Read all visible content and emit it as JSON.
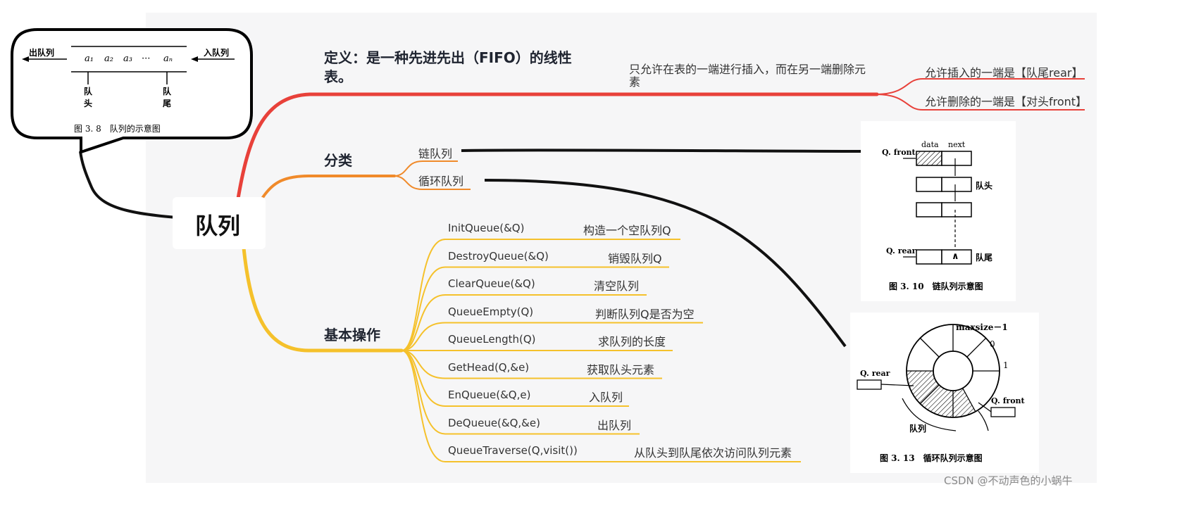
{
  "colors": {
    "background": "#f7f7f8",
    "red": "#e8413a",
    "orange": "#f08a2a",
    "yellow": "#f5c12b",
    "black": "#111111"
  },
  "root": {
    "label": "队列"
  },
  "definition": {
    "label": "定义：是一种先进先出（FIFO）的线性表。",
    "sub": "只允许在表的一端进行插入，而在另一端删除元素",
    "leaves": [
      "允许插入的一端是【队尾rear】",
      "允许删除的一端是【对头front】"
    ]
  },
  "classification": {
    "label": "分类",
    "items": [
      "链队列",
      "循环队列"
    ]
  },
  "operations": {
    "label": "基本操作",
    "items": [
      {
        "name": "InitQueue(&Q)",
        "desc": "构造一个空队列Q"
      },
      {
        "name": "DestroyQueue(&Q)",
        "desc": "销毁队列Q"
      },
      {
        "name": "ClearQueue(&Q)",
        "desc": "清空队列"
      },
      {
        "name": "QueueEmpty(Q)",
        "desc": "判断队列Q是否为空"
      },
      {
        "name": "QueueLength(Q)",
        "desc": "求队列的长度"
      },
      {
        "name": "GetHead(Q,&e)",
        "desc": "获取队头元素"
      },
      {
        "name": "EnQueue(&Q,e)",
        "desc": "入队列"
      },
      {
        "name": "DeQueue(&Q,&e)",
        "desc": "出队列"
      },
      {
        "name": "QueueTraverse(Q,visit())",
        "desc": "从队头到队尾依次访问队列元素"
      }
    ]
  },
  "figure_queue": {
    "out": "出队列",
    "in": "入队列",
    "elements": [
      "a₁",
      "a₂",
      "a₃",
      "···",
      "aₙ"
    ],
    "head": "队头",
    "tail": "队尾",
    "caption": "图 3. 8　队列的示意图"
  },
  "figure_linked": {
    "data": "data",
    "next": "next",
    "front": "Q. front",
    "rear": "Q. rear",
    "head": "队头",
    "tail": "队尾",
    "null": "∧",
    "caption": "图 3. 10　链队列示意图"
  },
  "figure_circular": {
    "maxsize": "maxsize－1",
    "zero": "0",
    "one": "1",
    "rear": "Q. rear",
    "front": "Q. front",
    "queue": "队列",
    "caption": "图 3. 13　循环队列示意图"
  },
  "watermark": "CSDN @不动声色的小蜗牛"
}
